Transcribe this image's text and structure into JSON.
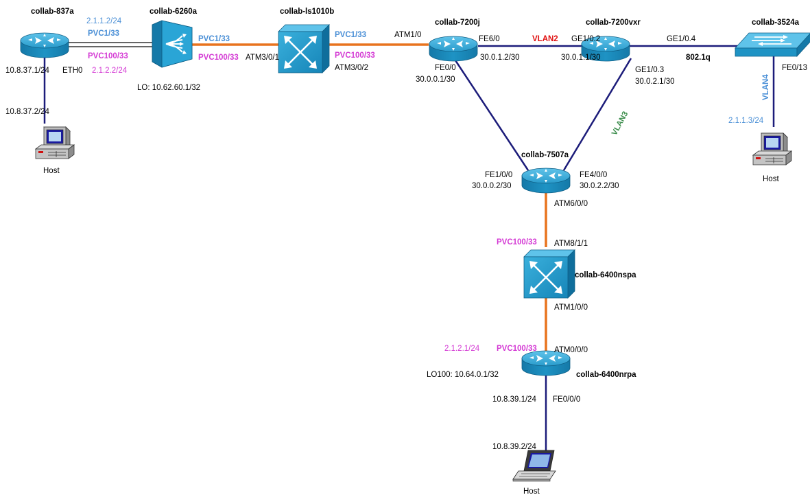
{
  "devices": {
    "r837a": "collab-837a",
    "r6260a": "collab-6260a",
    "ls1010b": "collab-ls1010b",
    "r7200j": "collab-7200j",
    "r7200vxr": "collab-7200vxr",
    "sw3524a": "collab-3524a",
    "r7507a": "collab-7507a",
    "sw6400nspa": "collab-6400nspa",
    "r6400nrpa": "collab-6400nrpa"
  },
  "hosts": {
    "left": "Host",
    "right": "Host",
    "bottom": "Host"
  },
  "labels": {
    "r837a_pvc_ip": "2.1.1.2/24",
    "r837a_pvc1": "PVC1/33",
    "r837a_pvc100": "PVC100/33",
    "r837a_eth_ip": "2.1.2.2/24",
    "r837a_ip": "10.8.37.1/24",
    "r837a_eth0": "ETH0",
    "host_left_ip": "10.8.37.2/24",
    "r6260a_lo": "LO: 10.62.60.1/32",
    "r6260a_pvc1": "PVC1/33",
    "r6260a_pvc100": "PVC100/33",
    "ls_atm301": "ATM3/0/1",
    "ls_pvc1": "PVC1/33",
    "ls_pvc100": "PVC100/33",
    "ls_atm302": "ATM3/0/2",
    "r7200j_atm10": "ATM1/0",
    "r7200j_fe60": "FE6/0",
    "r7200j_fe60_ip": "30.0.1.2/30",
    "r7200j_fe00": "FE0/0",
    "r7200j_fe00_ip": "30.0.0.1/30",
    "vlan2": "VLAN2",
    "r7200vxr_ge102": "GE1/0.2",
    "r7200vxr_ge102_ip": "30.0.1.1/30",
    "r7200vxr_ge104": "GE1/0.4",
    "dot1q": "802.1q",
    "r7200vxr_ge103": "GE1/0.3",
    "r7200vxr_ge103_ip": "30.0.2.1/30",
    "vlan3": "VLAN3",
    "sw3524_fe013": "FE0/13",
    "vlan4": "VLAN4",
    "host_right_ip": "2.1.1.3/24",
    "r7507_fe100": "FE1/0/0",
    "r7507_fe100_ip": "30.0.0.2/30",
    "r7507_fe400": "FE4/0/0",
    "r7507_fe400_ip": "30.0.2.2/30",
    "r7507_atm600": "ATM6/0/0",
    "nspa_pvc100": "PVC100/33",
    "nspa_atm811": "ATM8/1/1",
    "nspa_atm100": "ATM1/0/0",
    "nrpa_ip_pvc": "2.1.2.1/24",
    "nrpa_pvc100": "PVC100/33",
    "nrpa_atm000": "ATM0/0/0",
    "nrpa_lo100": "LO100: 10.64.0.1/32",
    "nrpa_ip": "10.8.39.1/24",
    "nrpa_fe000": "FE0/0/0",
    "host_bottom_ip": "10.8.39.2/24"
  },
  "colors": {
    "router_body": "#1a8fbf",
    "router_top": "#2fa6d4",
    "link_blue": "#1c1c7a",
    "link_orange": "#e8731e",
    "label_blue": "#4a8fd6",
    "label_magenta": "#d43ad4",
    "label_red": "#e01010",
    "label_green": "#3f8f4f"
  },
  "icons": {
    "router": "router-icon",
    "atm_switch": "atm-switch-icon",
    "dsl_concentrator": "dslam-icon",
    "ethernet_switch": "ethernet-switch-icon",
    "workstation": "workstation-icon",
    "laptop": "laptop-icon"
  }
}
